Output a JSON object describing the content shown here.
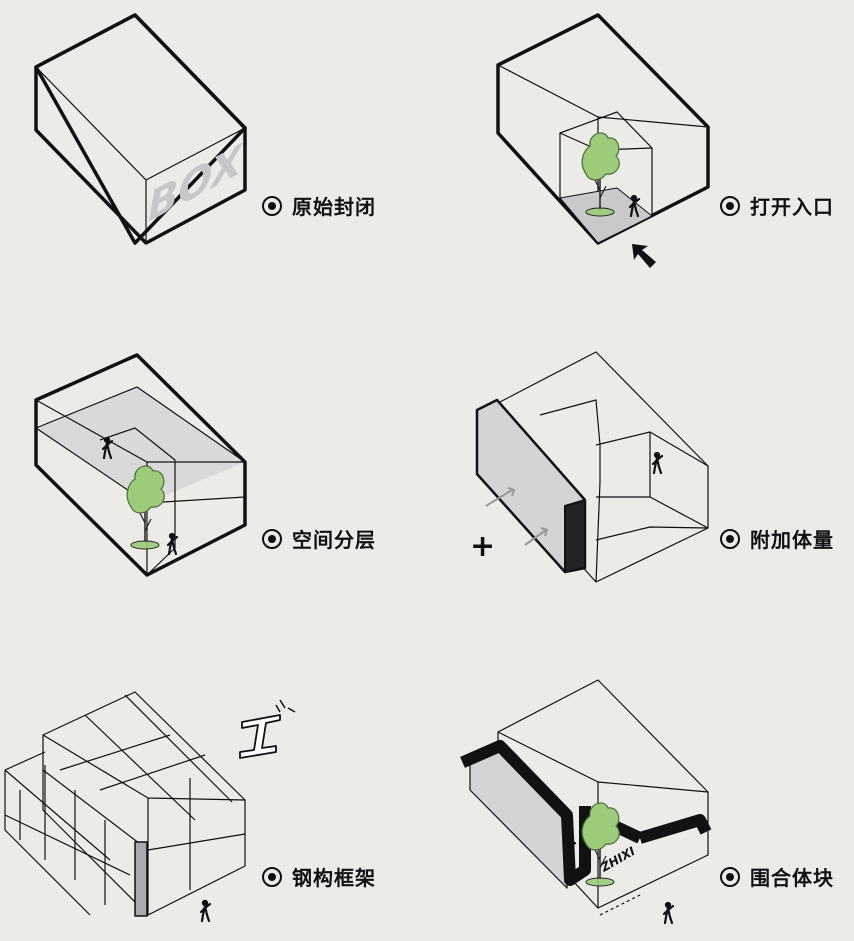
{
  "stages": [
    {
      "label": "原始封闭"
    },
    {
      "label": "打开入口"
    },
    {
      "label": "空间分层"
    },
    {
      "label": "附加体量"
    },
    {
      "label": "钢构框架"
    },
    {
      "label": "围合体块"
    }
  ],
  "box_text": "BOX",
  "zhixi_text": "ZHIXI",
  "plus_symbol": "+",
  "colors": {
    "background": "#ecebe8",
    "line": "#111111",
    "grey_fill": "#d9d9d9",
    "tree": "#9ccc7a"
  }
}
